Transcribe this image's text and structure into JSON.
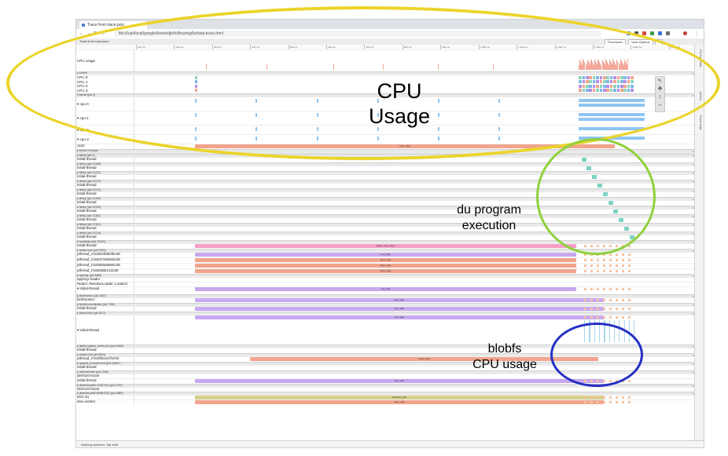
{
  "browser": {
    "tab_title": "Trace from trace.json",
    "new_tab": "+",
    "url": "file:///usr/local/google/home/dje/fnl/tracing/fuchsia-trace.html"
  },
  "viewer": {
    "left_label": "Trace from trace.json",
    "processes_btn": "Processes",
    "view_options_btn": "View Options",
    "kb_btn": "?",
    "side_panel": [
      "File Size Stats",
      "Metrics",
      "Frame Data"
    ],
    "timeline_ticks": [
      "100 ms",
      "200 ms",
      "300 ms",
      "400 ms",
      "500 ms",
      "600 ms",
      "700 ms",
      "800 ms",
      "900 ms",
      "1,000 ms",
      "1,100 ms",
      "1,200 ms",
      "1,300 ms",
      "1,400 ms",
      "1,500 ms"
    ],
    "status": "Nothing selected. Tap stuff."
  },
  "tracks": [
    {
      "kind": "track",
      "name": "CPU usage",
      "h": 28
    },
    {
      "kind": "header",
      "name": "▸ Kernel",
      "h": 4
    },
    {
      "kind": "track",
      "name": "CPU 0:\nCPU 1:\nCPU 2:\nCPU 3:",
      "h": 24
    },
    {
      "kind": "header",
      "name": "▾ kernel (pid 0)",
      "h": 4
    },
    {
      "kind": "track",
      "name": "▾ cpu-0",
      "h": 18
    },
    {
      "kind": "track",
      "name": "▾ cpu-1",
      "h": 18
    },
    {
      "kind": "track",
      "name": "▾ cpu-2",
      "h": 12
    },
    {
      "kind": "track",
      "name": "▾ cpu-3",
      "h": 12
    },
    {
      "kind": "track",
      "name": "1192",
      "h": 7
    },
    {
      "kind": "header",
      "name": "▸ Kernel Threads",
      "h": 6
    },
    {
      "kind": "header",
      "name": "▸ blinky (pid 1)",
      "h": 4
    },
    {
      "kind": "track",
      "name": "initial-thread",
      "h": 7
    },
    {
      "kind": "header",
      "name": "▸ blinky (pid 12198)",
      "h": 4
    },
    {
      "kind": "track",
      "name": "initial-thread",
      "h": 7
    },
    {
      "kind": "header",
      "name": "▸ blinky (pid 12222)",
      "h": 4
    },
    {
      "kind": "track",
      "name": "initial-thread",
      "h": 7
    },
    {
      "kind": "header",
      "name": "▸ blinky (pid 12270)",
      "h": 4
    },
    {
      "kind": "track",
      "name": "initial-thread",
      "h": 7
    },
    {
      "kind": "header",
      "name": "▸ blinky (pid 12274)",
      "h": 4
    },
    {
      "kind": "track",
      "name": "initial-thread",
      "h": 7
    },
    {
      "kind": "header",
      "name": "▸ blinky (pid 12290)",
      "h": 4
    },
    {
      "kind": "track",
      "name": "initial-thread",
      "h": 7
    },
    {
      "kind": "header",
      "name": "▸ blinky (pid 12333)",
      "h": 4
    },
    {
      "kind": "track",
      "name": "initial-thread",
      "h": 7
    },
    {
      "kind": "header",
      "name": "▸ blinky (pid 12362)",
      "h": 4
    },
    {
      "kind": "track",
      "name": "initial-thread",
      "h": 7
    },
    {
      "kind": "header",
      "name": "▸ blinky (pid 12181)",
      "h": 4
    },
    {
      "kind": "track",
      "name": "initial-thread",
      "h": 7
    },
    {
      "kind": "header",
      "name": "▸ blinky (pid 12214)",
      "h": 4
    },
    {
      "kind": "track",
      "name": "initial-thread",
      "h": 7
    },
    {
      "kind": "header",
      "name": "▸ bootstrap (pid 10049)",
      "h": 4
    },
    {
      "kind": "track",
      "name": "initial-thread",
      "h": 7
    },
    {
      "kind": "header",
      "name": "▸ amber.cmx (pid 3752)",
      "h": 4
    },
    {
      "kind": "track",
      "name": "pthread_t:0x3943f3b4f8c38",
      "h": 7
    },
    {
      "kind": "track",
      "name": "pthread_t:0x63744b60dc38",
      "h": 7
    },
    {
      "kind": "track",
      "name": "pthread_t:0x6858a8850c38",
      "h": 7
    },
    {
      "kind": "track",
      "name": "pthread_t:0x6bd6b131b38",
      "h": 7
    },
    {
      "kind": "header",
      "name": "▸ appmgr (pid 4586)",
      "h": 4
    },
    {
      "kind": "track",
      "name": "appmgr-loader",
      "h": 6
    },
    {
      "kind": "track",
      "name": "Realm::ResolveLoader::LoadUrl",
      "h": 6
    },
    {
      "kind": "track",
      "name": "▾ initial-thread",
      "h": 10
    },
    {
      "kind": "header",
      "name": "▸ bin/bootsvc (pid 1847)",
      "h": 4
    },
    {
      "kind": "track",
      "name": "bin/bootsvc",
      "h": 7
    },
    {
      "kind": "header",
      "name": "▸ bin/devcoordinator (pid 7150)",
      "h": 4
    },
    {
      "kind": "track",
      "name": "initial-thread",
      "h": 7
    },
    {
      "kind": "header",
      "name": "▸ blobfs:blob (pid 3417)",
      "h": 4
    },
    {
      "kind": "track",
      "name": "▾ initial-thread",
      "h": 38
    },
    {
      "kind": "header",
      "name": "▸ [stdio] system_realm.cmx (pid 6480)",
      "h": 4
    },
    {
      "kind": "track",
      "name": "initial-thread",
      "h": 7
    },
    {
      "kind": "header",
      "name": "▸ cobalt.cmx (pid 6994)",
      "h": 4
    },
    {
      "kind": "track",
      "name": "pthread_t:0x3f4bca47bc92",
      "h": 7
    },
    {
      "kind": "header",
      "name": "▸ cpuperf_provider.cmx (pid 16657)",
      "h": 4
    },
    {
      "kind": "track",
      "name": "initial-thread",
      "h": 7
    },
    {
      "kind": "header",
      "name": "▸ devhost:misc (pid 2308)",
      "h": 4
    },
    {
      "kind": "track",
      "name": "devhost-tracer",
      "h": 6
    },
    {
      "kind": "track",
      "name": "initial-thread",
      "h": 7
    },
    {
      "kind": "header",
      "name": "▸ devhost:pci#1:1234:1111 (pid 2762)",
      "h": 4
    },
    {
      "kind": "track",
      "name": "devhost-tracer",
      "h": 6
    },
    {
      "kind": "header",
      "name": "▸ devhost:pci#0:8086:2922 (pid 2860)",
      "h": 4
    },
    {
      "kind": "track",
      "name": "ahci-irq",
      "h": 6
    },
    {
      "kind": "track",
      "name": "ahci-worker",
      "h": 6
    }
  ],
  "slices": [
    {
      "row": 8,
      "from": 0.11,
      "to": 0.87,
      "color": "#f2a48c",
      "label": "futex_wait"
    },
    {
      "row": 31,
      "from": 0.11,
      "to": 0.8,
      "color": "#f59fc6",
      "label": "object_wait_many"
    },
    {
      "row": 33,
      "from": 0.11,
      "to": 0.8,
      "color": "#c8a8ef",
      "label": "port_wait"
    },
    {
      "row": 34,
      "from": 0.11,
      "to": 0.8,
      "color": "#f2a48c",
      "label": "futex_wait"
    },
    {
      "row": 35,
      "from": 0.11,
      "to": 0.8,
      "color": "#f2a48c",
      "label": "futex_wait"
    },
    {
      "row": 36,
      "from": 0.11,
      "to": 0.8,
      "color": "#f2a48c",
      "label": "futex_wait"
    },
    {
      "row": 40,
      "from": 0.11,
      "to": 0.8,
      "color": "#c8a8ef",
      "label": "port_wait"
    },
    {
      "row": 42,
      "from": 0.11,
      "to": 0.85,
      "color": "#c8a8ef",
      "label": "port_wait"
    },
    {
      "row": 44,
      "from": 0.11,
      "to": 0.85,
      "color": "#c8a8ef",
      "label": "port_wait"
    },
    {
      "row": 46,
      "from": 0.11,
      "to": 0.85,
      "color": "#c8a8ef",
      "label": "port_wait"
    },
    {
      "row": 50,
      "from": 0.21,
      "to": 0.84,
      "color": "#f2a48c",
      "label": "futex_wait"
    },
    {
      "row": 55,
      "from": 0.11,
      "to": 0.85,
      "color": "#c8a8ef",
      "label": "port_wait"
    },
    {
      "row": 59,
      "from": 0.11,
      "to": 0.85,
      "color": "#d7cf8a",
      "label": "interrupt_wait"
    },
    {
      "row": 60,
      "from": 0.11,
      "to": 0.85,
      "color": "#f2a48c",
      "label": "futex_wait"
    }
  ],
  "annotations": {
    "cpu_usage": "CPU\nUsage",
    "du_program": "du program\nexecution",
    "blobfs": "blobfs\nCPU usage",
    "yellow": "#ebd42b",
    "green": "#8fd13c",
    "blue": "#2530c4"
  }
}
